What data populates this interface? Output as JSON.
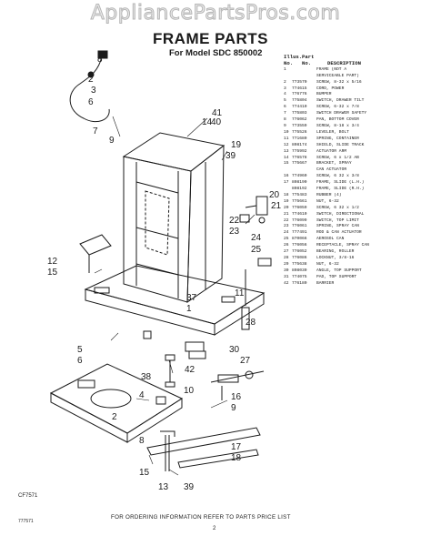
{
  "header": {
    "site": "AppliancePartsPros.com",
    "title": "FRAME PARTS",
    "subtitle": "For Model SDC 850002"
  },
  "legend": {
    "col_illus": "Illus.",
    "col_part": "Part",
    "col_no": "No.",
    "col_no2": "No.",
    "col_desc": "DESCRIPTION",
    "rows": [
      {
        "n": "1",
        "p": "",
        "d": "FRAME (NOT A"
      },
      {
        "n": "",
        "p": "",
        "d": "SERVICEABLE PART)"
      },
      {
        "n": "2",
        "p": "773570",
        "d": "SCREW, 8-32 x 5/16"
      },
      {
        "n": "3",
        "p": "774615",
        "d": "CORD, POWER"
      },
      {
        "n": "4",
        "p": "776776",
        "d": "BUMPER"
      },
      {
        "n": "5",
        "p": "775804",
        "d": "SWITCH, DRAWER TILT"
      },
      {
        "n": "6",
        "p": "774410",
        "d": "SCREW, 6-32 x 7/8"
      },
      {
        "n": "7",
        "p": "775803",
        "d": "SWITCH DRAWER SAFETY"
      },
      {
        "n": "8",
        "p": "776062",
        "d": "PAN, BOTTOM COVER"
      },
      {
        "n": "9",
        "p": "773559",
        "d": "SCREW, 8-18 x 3/4"
      },
      {
        "n": "10",
        "p": "775526",
        "d": "LEVELER, BOLT"
      },
      {
        "n": "11",
        "p": "771680",
        "d": "SPRING, CONTAINER"
      },
      {
        "n": "12",
        "p": "808174",
        "d": "SHIELD, SLIDE TRACK"
      },
      {
        "n": "13",
        "p": "775992",
        "d": "ACTUATOR ARM"
      },
      {
        "n": "14",
        "p": "776578",
        "d": "SCREW, 6 x 1/2 AB"
      },
      {
        "n": "15",
        "p": "775667",
        "d": "BRACKET, SPRAY"
      },
      {
        "n": "",
        "p": "",
        "d": "CAN ACTUATOR"
      },
      {
        "n": "16",
        "p": "774960",
        "d": "SCREW, 6 32 x 3/8"
      },
      {
        "n": "17",
        "p": "808190",
        "d": "FRAME, SLIDE (L.H.)"
      },
      {
        "n": "",
        "p": "808192",
        "d": "FRAME, SLIDE (R.H.)"
      },
      {
        "n": "18",
        "p": "775483",
        "d": "RUBBER (4)"
      },
      {
        "n": "19",
        "p": "775661",
        "d": "NUT, 6-32"
      },
      {
        "n": "20",
        "p": "776059",
        "d": "SCREW, 6 32 x 1/2"
      },
      {
        "n": "21",
        "p": "774610",
        "d": "SWITCH, DIRECTIONAL"
      },
      {
        "n": "22",
        "p": "776099",
        "d": "SWITCH, TOP LIMIT"
      },
      {
        "n": "23",
        "p": "776061",
        "d": "SPRING, SPRAY CAN"
      },
      {
        "n": "24",
        "p": "777491",
        "d": "ROD & CAN ACTUATOR"
      },
      {
        "n": "25",
        "p": "870066",
        "d": "AEROSOL CAN"
      },
      {
        "n": "26",
        "p": "776056",
        "d": "RECEPTACLE, SPRAY CAN"
      },
      {
        "n": "27",
        "p": "776052",
        "d": "BEARING, ROLLER"
      },
      {
        "n": "28",
        "p": "776086",
        "d": "LOCKNUT, 3/8-16"
      },
      {
        "n": "29",
        "p": "775638",
        "d": "NUT, 6-32"
      },
      {
        "n": "30",
        "p": "808030",
        "d": "ANGLE, TOP SUPPORT"
      },
      {
        "n": "31",
        "p": "774075",
        "d": "PAD, TOP SUPPORT"
      },
      {
        "n": "42",
        "p": "776180",
        "d": "BARRIER"
      }
    ]
  },
  "callouts": {
    "c8a": "8",
    "c2a": "2",
    "c3": "3",
    "c6a": "6",
    "c7": "7",
    "c9a": "9",
    "c41": "41",
    "c14": "14",
    "c40": "40",
    "c19": "19",
    "c39a": "39",
    "c20": "20",
    "c21": "21",
    "c22": "22",
    "c23": "23",
    "c24": "24",
    "c25": "25",
    "c12": "12",
    "c15": "15",
    "c11": "11",
    "c37": "37",
    "c1": "1",
    "c28": "28",
    "c5": "5",
    "c6b": "6",
    "c38": "38",
    "c42": "42",
    "c10": "10",
    "c30": "30",
    "c27": "27",
    "c4": "4",
    "c2b": "2",
    "c16": "16",
    "c9b": "9",
    "c8b": "8",
    "c17": "17",
    "c18": "18",
    "c15b": "15",
    "c13": "13",
    "c39b": "39"
  },
  "footer": {
    "order_note": "FOR ORDERING INFORMATION REFER TO PARTS PRICE LIST",
    "figure_id": "CF7571",
    "figure_id_small": "777571",
    "page": "2"
  }
}
